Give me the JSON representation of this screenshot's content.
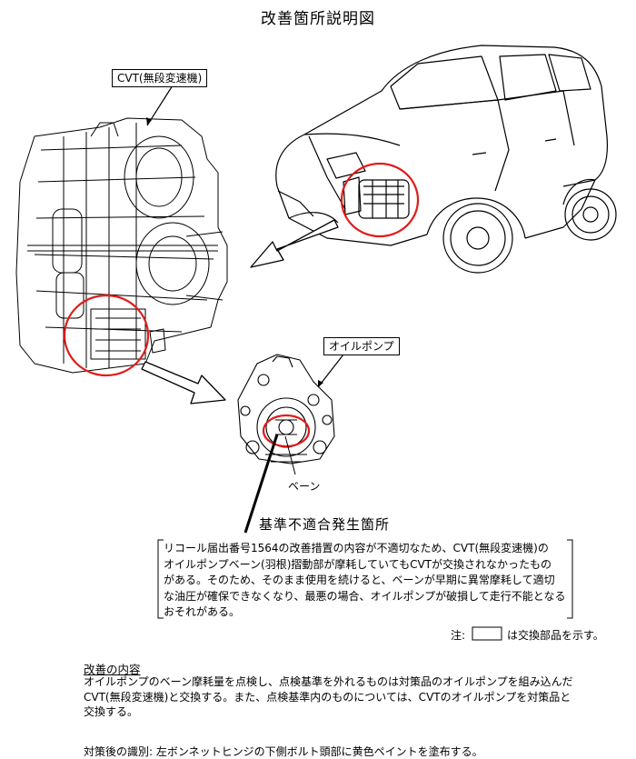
{
  "title": "改善箇所説明図",
  "labels": {
    "cvt": "CVT(無段変速機)",
    "oil_pump": "オイルポンプ",
    "vane": "ベーン",
    "defect_location": "基準不適合発生箇所"
  },
  "description": "リコール届出番号1564の改善措置の内容が不適切なため、CVT(無段変速機)の\nオイルポンプベーン(羽根)摺動部が摩耗していてもCVTが交換されなかったもの\nがある。そのため、そのまま使用を続けると、ベーンが早期に異常摩耗して適切\nな油圧が確保できなくなり、最悪の場合、オイルポンプが破損して走行不能となる\nおそれがある。",
  "note": {
    "prefix": "注:",
    "suffix": "は交換部品を示す。"
  },
  "remedy": {
    "heading": "改善の内容",
    "body": "オイルポンプのベーン摩耗量を点検し、点検基準を外れるものは対策品のオイルポンプを組み込んだ\nCVT(無段変速機)と交換する。また、点検基準内のものについては、CVTのオイルポンプを対策品と\n交換する。"
  },
  "identification": "対策後の識別: 左ボンネットヒンジの下側ボルト頭部に黄色ペイントを塗布する。",
  "colors": {
    "highlight_circle": "#e01b1b",
    "line": "#000000"
  }
}
